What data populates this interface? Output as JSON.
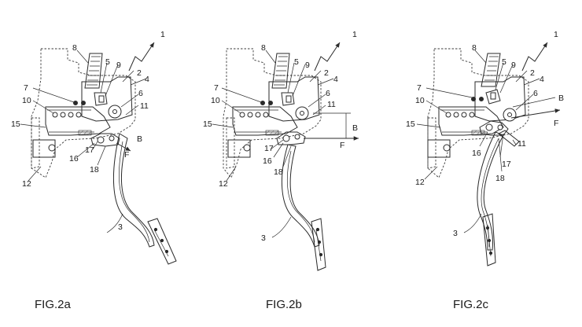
{
  "figures": [
    {
      "caption": "FIG.2a",
      "labels": [
        "1",
        "2",
        "3",
        "4",
        "5",
        "6",
        "7",
        "8",
        "9",
        "10",
        "11",
        "12",
        "15",
        "16",
        "17",
        "18",
        "B",
        "F"
      ]
    },
    {
      "caption": "FIG.2b",
      "labels": [
        "1",
        "2",
        "3",
        "4",
        "5",
        "6",
        "7",
        "8",
        "9",
        "10",
        "11",
        "12",
        "15",
        "16",
        "17",
        "18",
        "B",
        "F"
      ]
    },
    {
      "caption": "FIG.2c",
      "labels": [
        "1",
        "2",
        "3",
        "4",
        "5",
        "6",
        "7",
        "8",
        "9",
        "10",
        "11",
        "12",
        "15",
        "16",
        "17",
        "18",
        "B",
        "F"
      ]
    }
  ]
}
